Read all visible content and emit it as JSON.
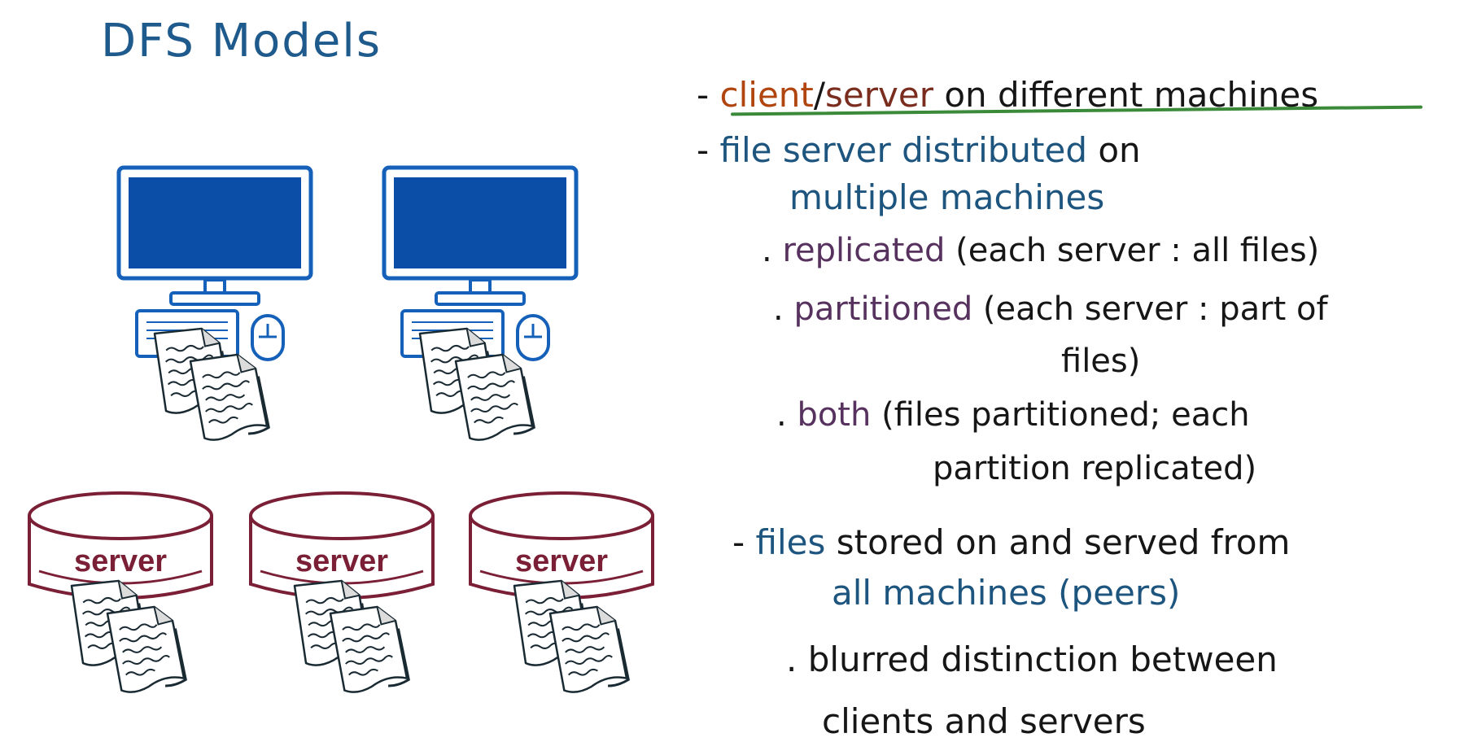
{
  "title": "DFS Models",
  "diagram": {
    "clients": [
      {
        "id": "client-1"
      },
      {
        "id": "client-2"
      }
    ],
    "servers": [
      {
        "label": "server"
      },
      {
        "label": "server"
      },
      {
        "label": "server"
      }
    ]
  },
  "notes": {
    "l1": {
      "dash": "-",
      "client": "client",
      "slash": "/",
      "server": "server",
      "rest": "on different machines"
    },
    "l2": {
      "dash": "-",
      "colored": "file server distributed",
      "rest": "on"
    },
    "l3": {
      "text": "multiple machines"
    },
    "l4": {
      "bullet": ".",
      "colored": "replicated",
      "rest": "(each server : all files)"
    },
    "l5": {
      "bullet": ".",
      "colored": "partitioned",
      "rest": "(each server : part of"
    },
    "l6": {
      "text": "files)"
    },
    "l7": {
      "bullet": ".",
      "colored": "both",
      "rest": "(files partitioned; each"
    },
    "l8": {
      "text": "partition replicated)"
    },
    "l9": {
      "dash": "-",
      "colored": "files",
      "rest": "stored on and served from"
    },
    "l10": {
      "text": "all machines (peers)"
    },
    "l11": {
      "bullet": ".",
      "text": "blurred distinction between"
    },
    "l12": {
      "text": "clients and servers"
    }
  },
  "colors": {
    "title": "#1f5a8c",
    "client": "#b0450f",
    "server": "#7a2d1e",
    "blue": "#1d557f",
    "purple": "#57325f",
    "underline": "#3a8a3a",
    "monitor": "#1560b8",
    "server_outline": "#7a1f35"
  }
}
